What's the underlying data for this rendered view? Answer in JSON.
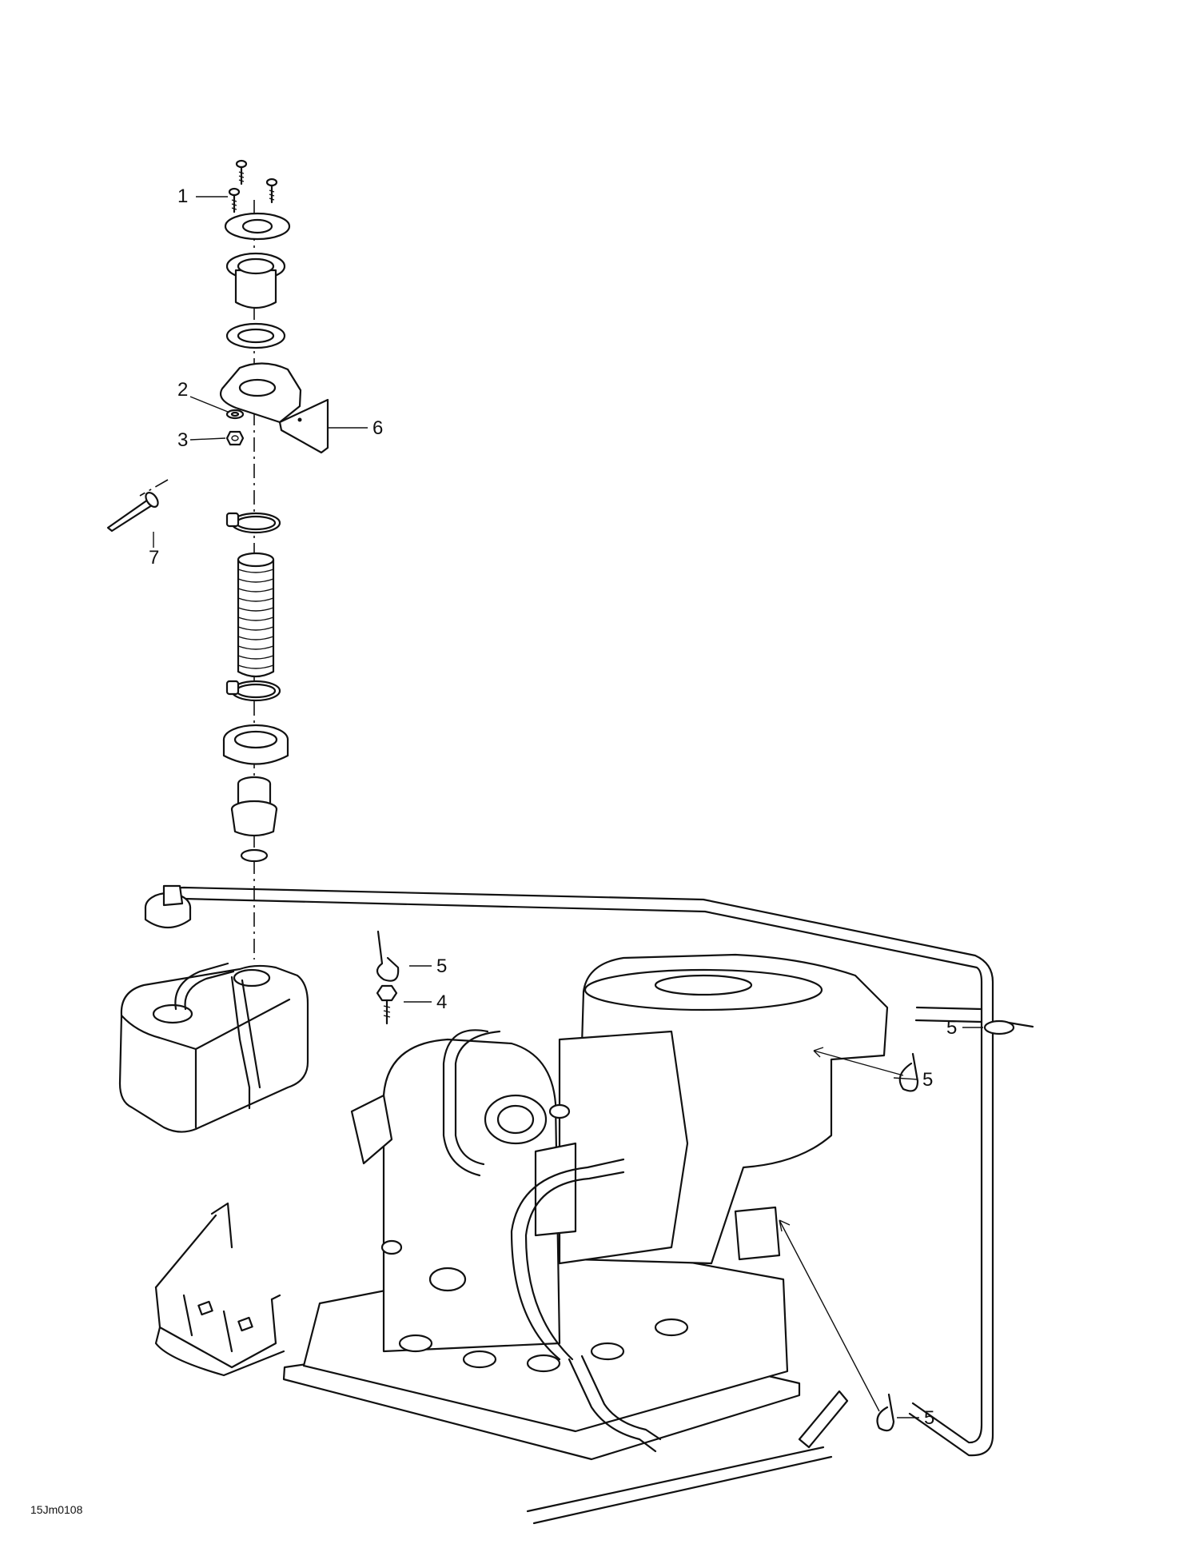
{
  "callouts": [
    {
      "label": "1"
    },
    {
      "label": "2"
    },
    {
      "label": "3"
    },
    {
      "label": "6"
    },
    {
      "label": "7"
    },
    {
      "label": "5"
    },
    {
      "label": "4"
    },
    {
      "label": "5"
    },
    {
      "label": "5"
    },
    {
      "label": "5"
    }
  ],
  "drawing_id": "15Jm0108"
}
